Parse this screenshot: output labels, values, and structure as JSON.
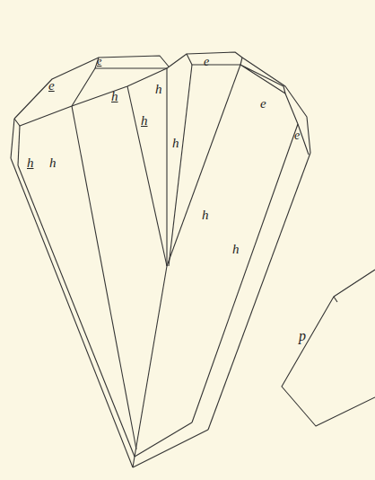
{
  "diagram": {
    "labels": [
      "e",
      "e",
      "h",
      "h",
      "h",
      "h",
      "h",
      "e",
      "e",
      "e",
      "h",
      "h",
      "h",
      "p"
    ]
  }
}
